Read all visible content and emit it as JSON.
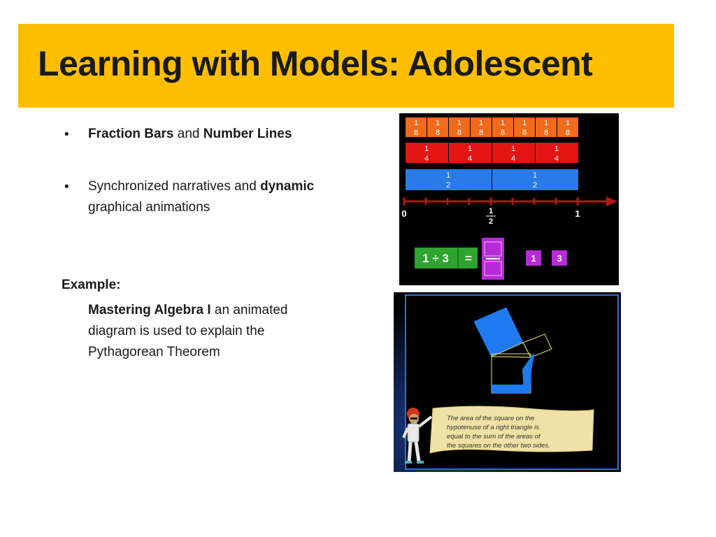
{
  "slide": {
    "title": "Learning with Models: Adolescent",
    "colors": {
      "title_band": "#ffbf00"
    }
  },
  "bullets": [
    {
      "part1": "Fraction Bars",
      "part2": " and ",
      "part3": "Number Lines"
    },
    {
      "part1": "Synchronized narratives and ",
      "part2": "dynamic",
      "part3": "graphical animations"
    }
  ],
  "example": {
    "label": "Example:",
    "product": "Mastering Algebra I",
    "desc1": " an animated",
    "desc2": "diagram is used to explain the",
    "desc3": "Pythagorean Theorem"
  },
  "fraction_image": {
    "eighth": {
      "num": "1",
      "den": "8"
    },
    "quarter": {
      "num": "1",
      "den": "4"
    },
    "half": {
      "num": "1",
      "den": "2"
    },
    "number_line": {
      "zero": "0",
      "one": "1",
      "half_num": "1",
      "half_den": "2"
    },
    "division": {
      "expr": "1 ÷ 3",
      "equals": "=",
      "tile_a": "1",
      "tile_b": "3"
    }
  },
  "pythagoras_image": {
    "scroll_line1": "The area of the square on the",
    "scroll_line2": "hypotenuse of a right triangle is",
    "scroll_line3": "equal to the sum of the areas of",
    "scroll_line4": "the squares on the other two sides."
  }
}
